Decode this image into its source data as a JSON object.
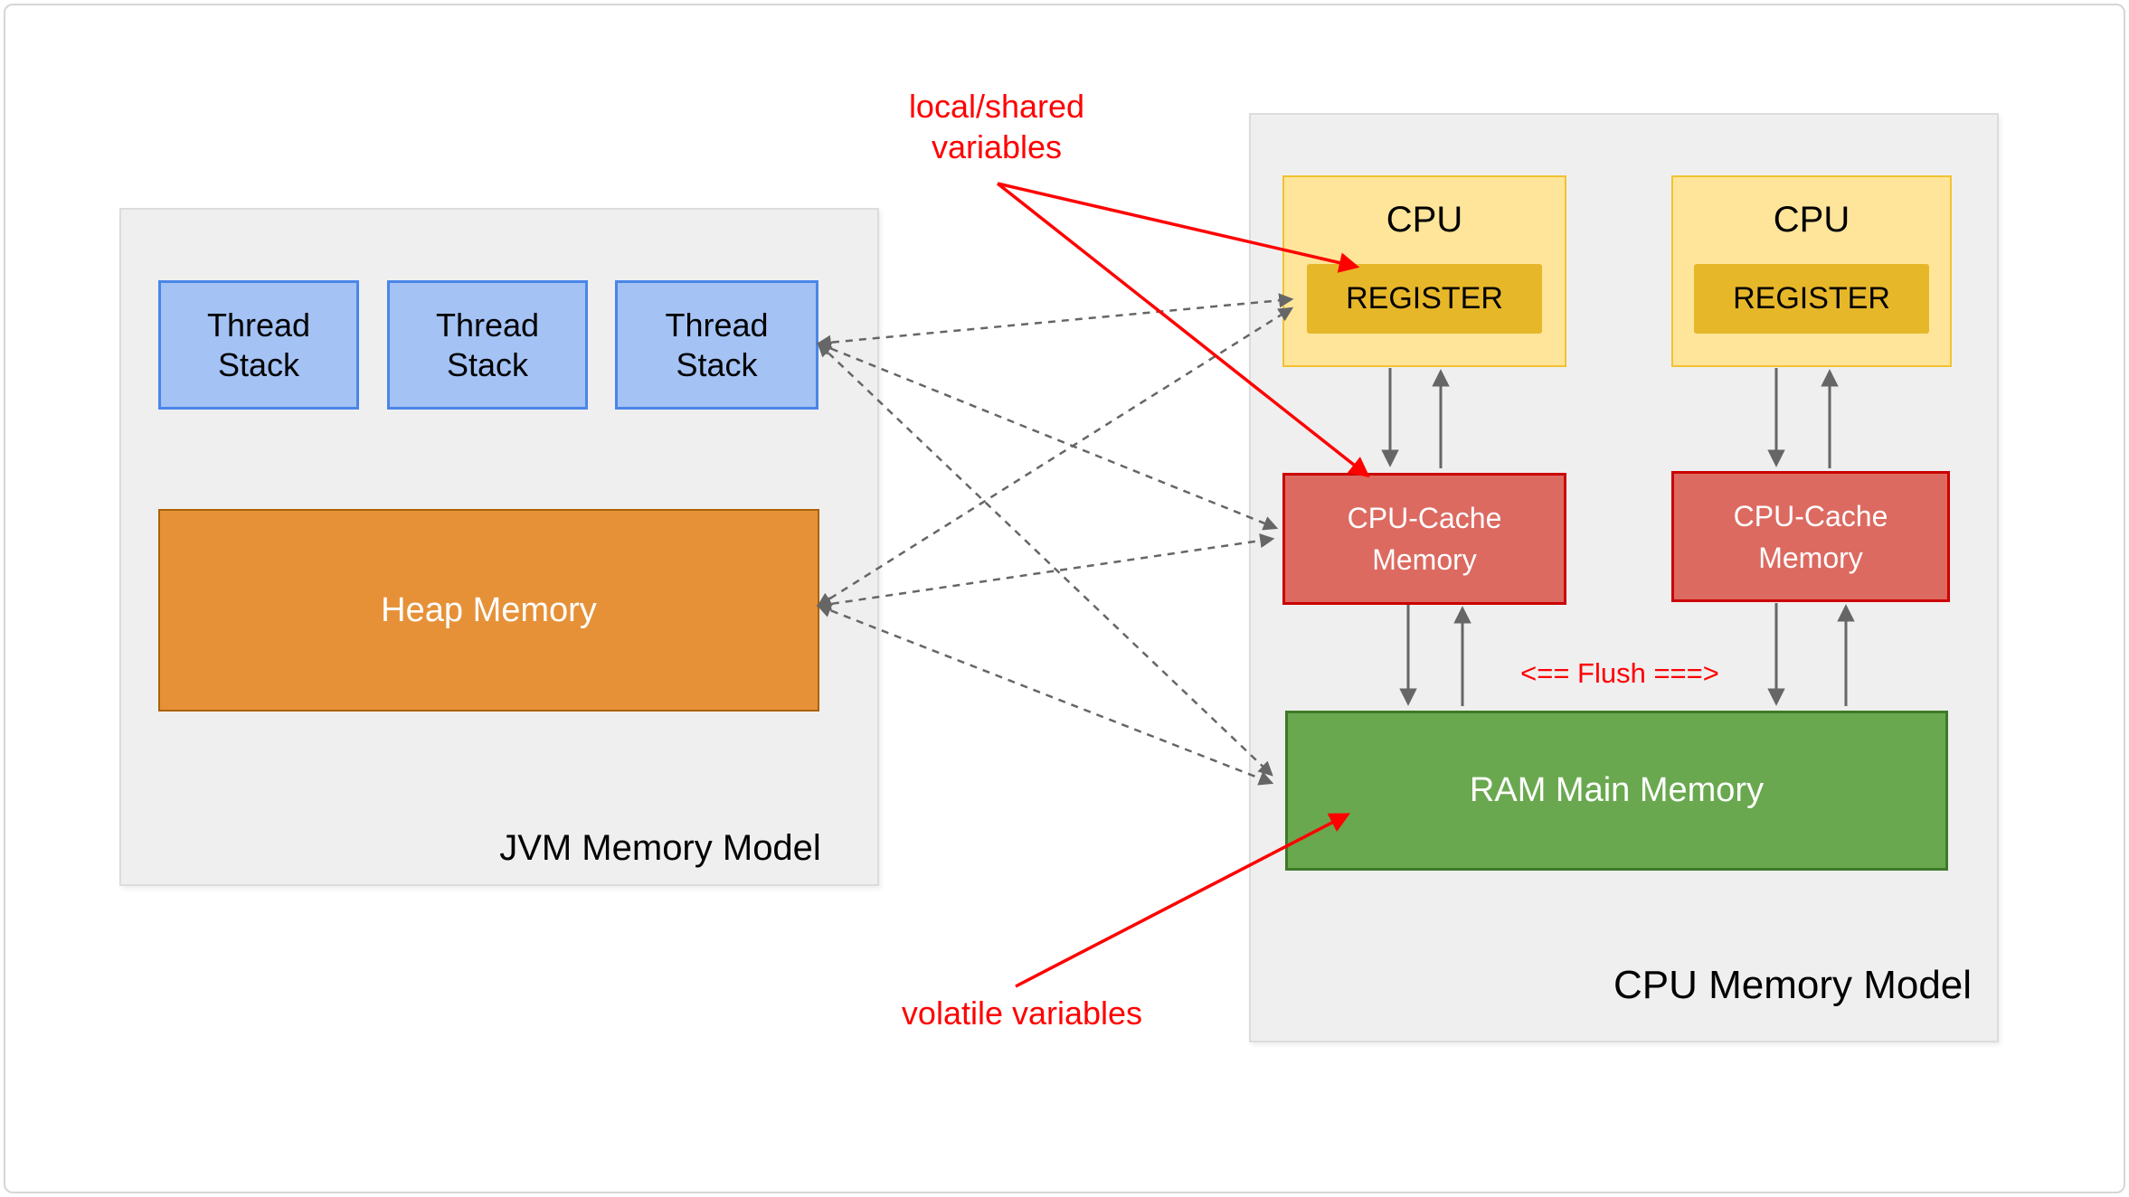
{
  "jvm": {
    "label": "JVM Memory Model",
    "thread_stacks": [
      {
        "label": "Thread\nStack"
      },
      {
        "label": "Thread\nStack"
      },
      {
        "label": "Thread\nStack"
      }
    ],
    "heap_label": "Heap Memory"
  },
  "cpu_model": {
    "label": "CPU Memory Model",
    "cpus": [
      {
        "title": "CPU",
        "register": "REGISTER"
      },
      {
        "title": "CPU",
        "register": "REGISTER"
      }
    ],
    "caches": [
      {
        "label": "CPU-Cache\nMemory"
      },
      {
        "label": "CPU-Cache\nMemory"
      }
    ],
    "flush_label": "<== Flush ===>",
    "ram_label": "RAM Main Memory"
  },
  "annotations": {
    "local_shared": "local/shared\nvariables",
    "volatile_vars": "volatile variables"
  },
  "colors": {
    "panel_bg": "#EFEFEF",
    "panel_border": "#DCDCDC",
    "thread_fill": "#A4C2F4",
    "thread_border": "#4A86E8",
    "heap_fill": "#E69138",
    "heap_border": "#AA6207",
    "cpu_fill": "#FFE599",
    "cpu_border": "#F1C232",
    "register_fill": "#E7B72A",
    "cache_fill": "#DC6A61",
    "cache_border": "#CC0000",
    "ram_fill": "#6AA84F",
    "ram_border": "#3E7A28",
    "arrow_gray": "#666666",
    "annotation_red": "#FF0000",
    "text_dark": "#000000",
    "text_light": "#FFFFFF"
  }
}
